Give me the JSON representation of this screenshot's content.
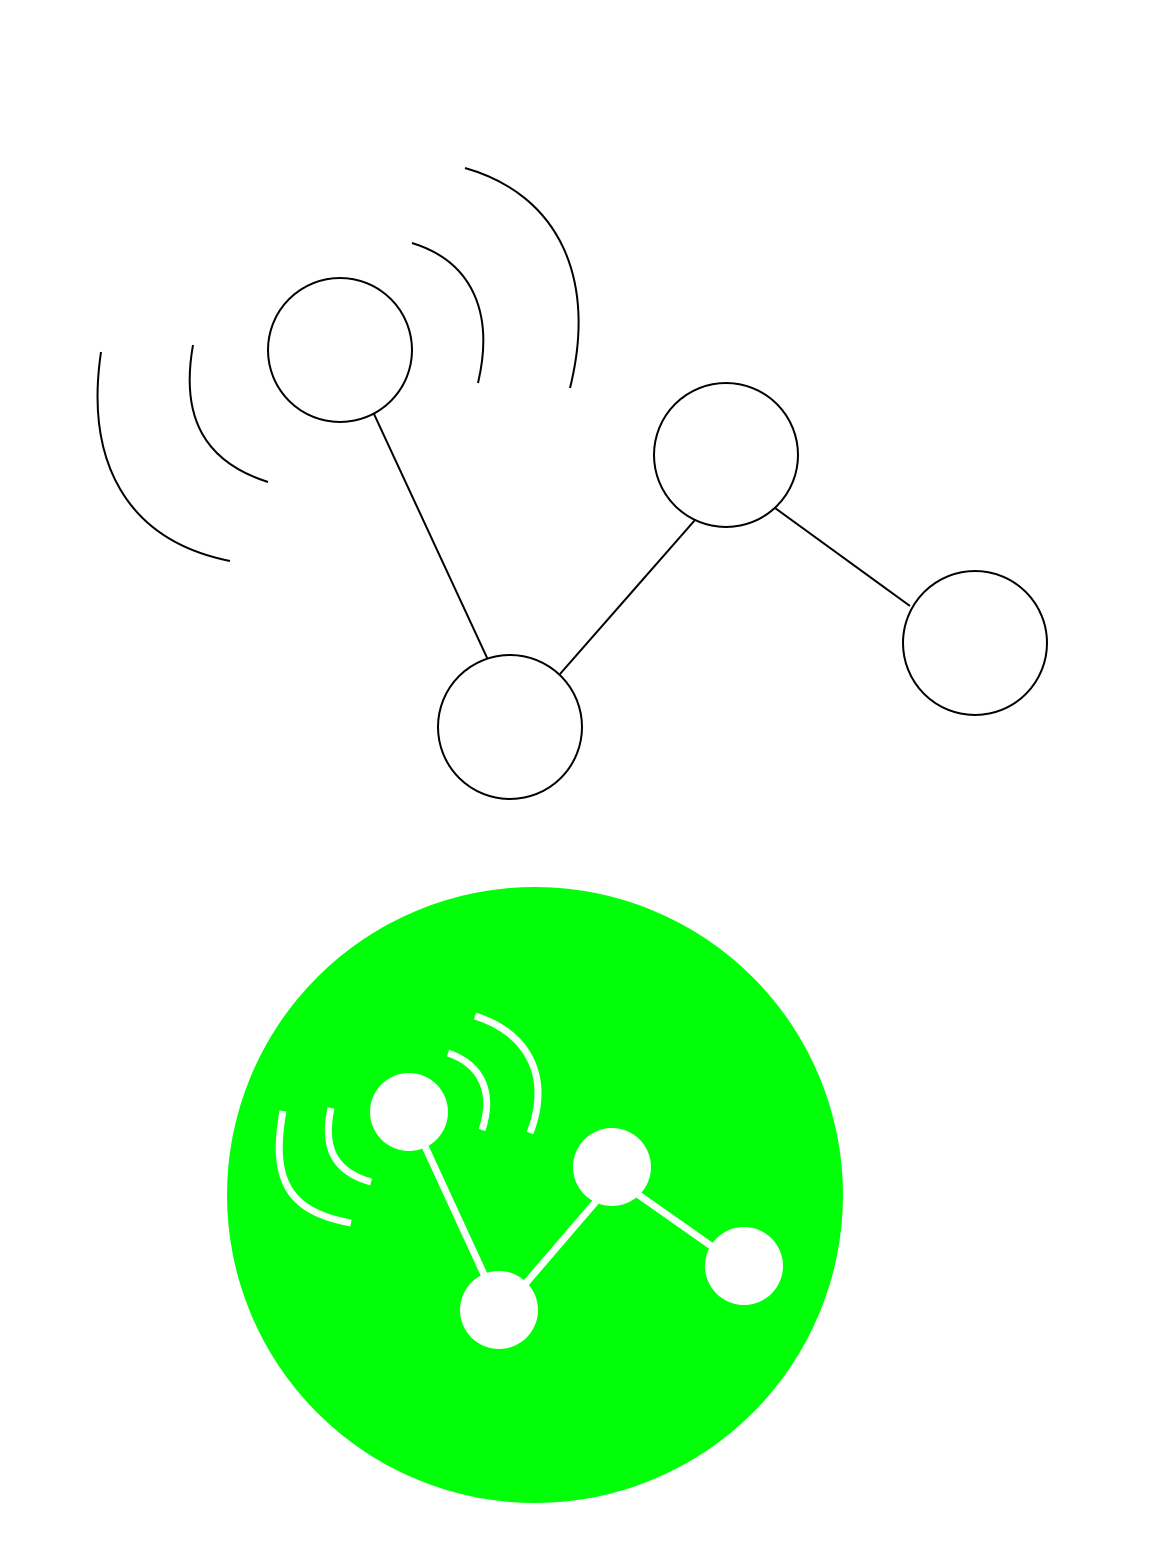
{
  "icons": {
    "outline": {
      "name": "network-broadcast-outline-icon",
      "stroke_color": "#000000",
      "fill_color": "#ffffff",
      "node_count": 4,
      "link_count": 3,
      "signal_arc_count": 4
    },
    "badge": {
      "name": "network-broadcast-badge-icon",
      "background_color": "#00ff08",
      "foreground_color": "#ffffff",
      "node_count": 4,
      "link_count": 3,
      "signal_arc_count": 4
    }
  }
}
